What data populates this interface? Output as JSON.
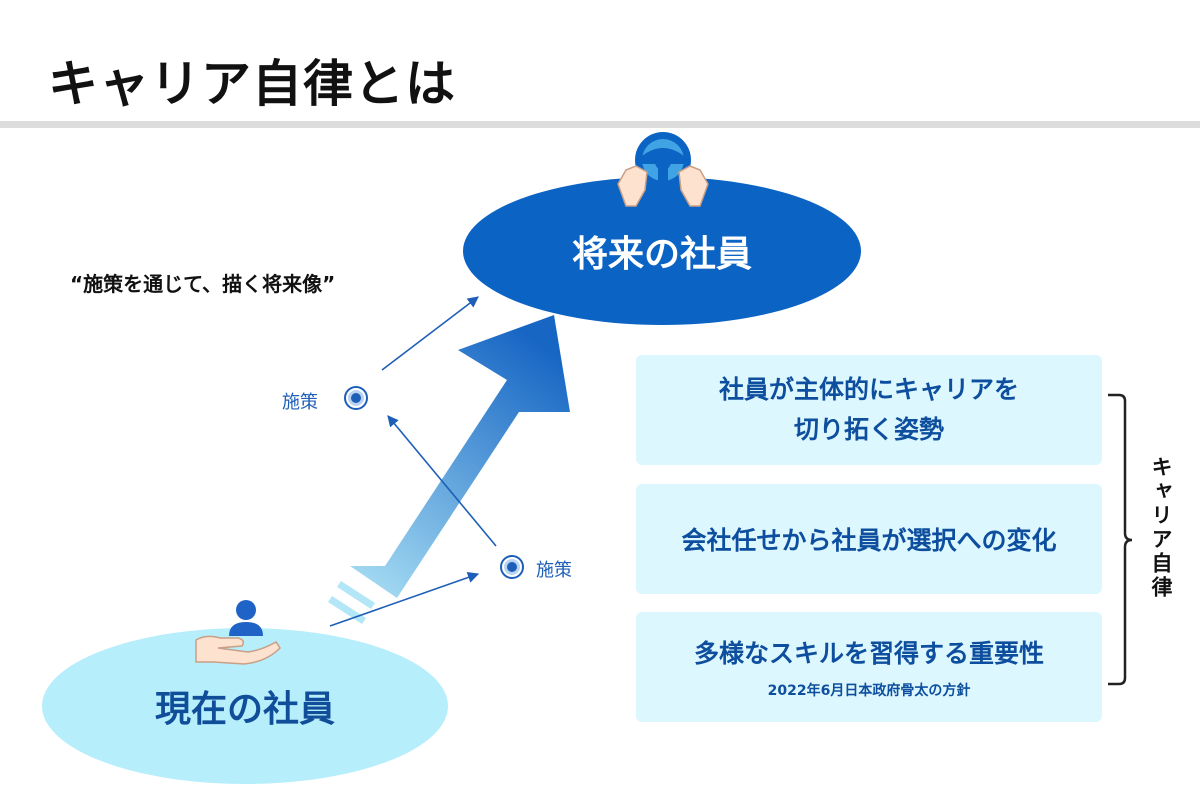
{
  "title": "キャリア自律とは",
  "quote": "“施策を通じて、描く将来像”",
  "future_employee": {
    "label": "将来の社員",
    "color": "#0b63c3"
  },
  "current_employee": {
    "label": "現在の社員",
    "color": "#b6eefc"
  },
  "measures": [
    "施策",
    "施策"
  ],
  "boxes": [
    {
      "lines": [
        "社員が主体的にキャリアを",
        "切り拓く姿勢"
      ]
    },
    {
      "lines": [
        "会社任せから社員が選択への変化"
      ]
    },
    {
      "lines": [
        "多様なスキルを習得する重要性"
      ],
      "source": "2022年6月日本政府骨太の方針"
    }
  ],
  "bracket_label": "キャリア自律",
  "icons": {
    "top": "steering-wheel-hands-icon",
    "bottom": "person-in-hand-icon",
    "measure": "target-dot-icon"
  },
  "colors": {
    "accent_blue": "#0b63c3",
    "light_cyan": "#b6eefc",
    "box_fill": "#ddf7fe",
    "text_blue": "#0d4f9e"
  }
}
